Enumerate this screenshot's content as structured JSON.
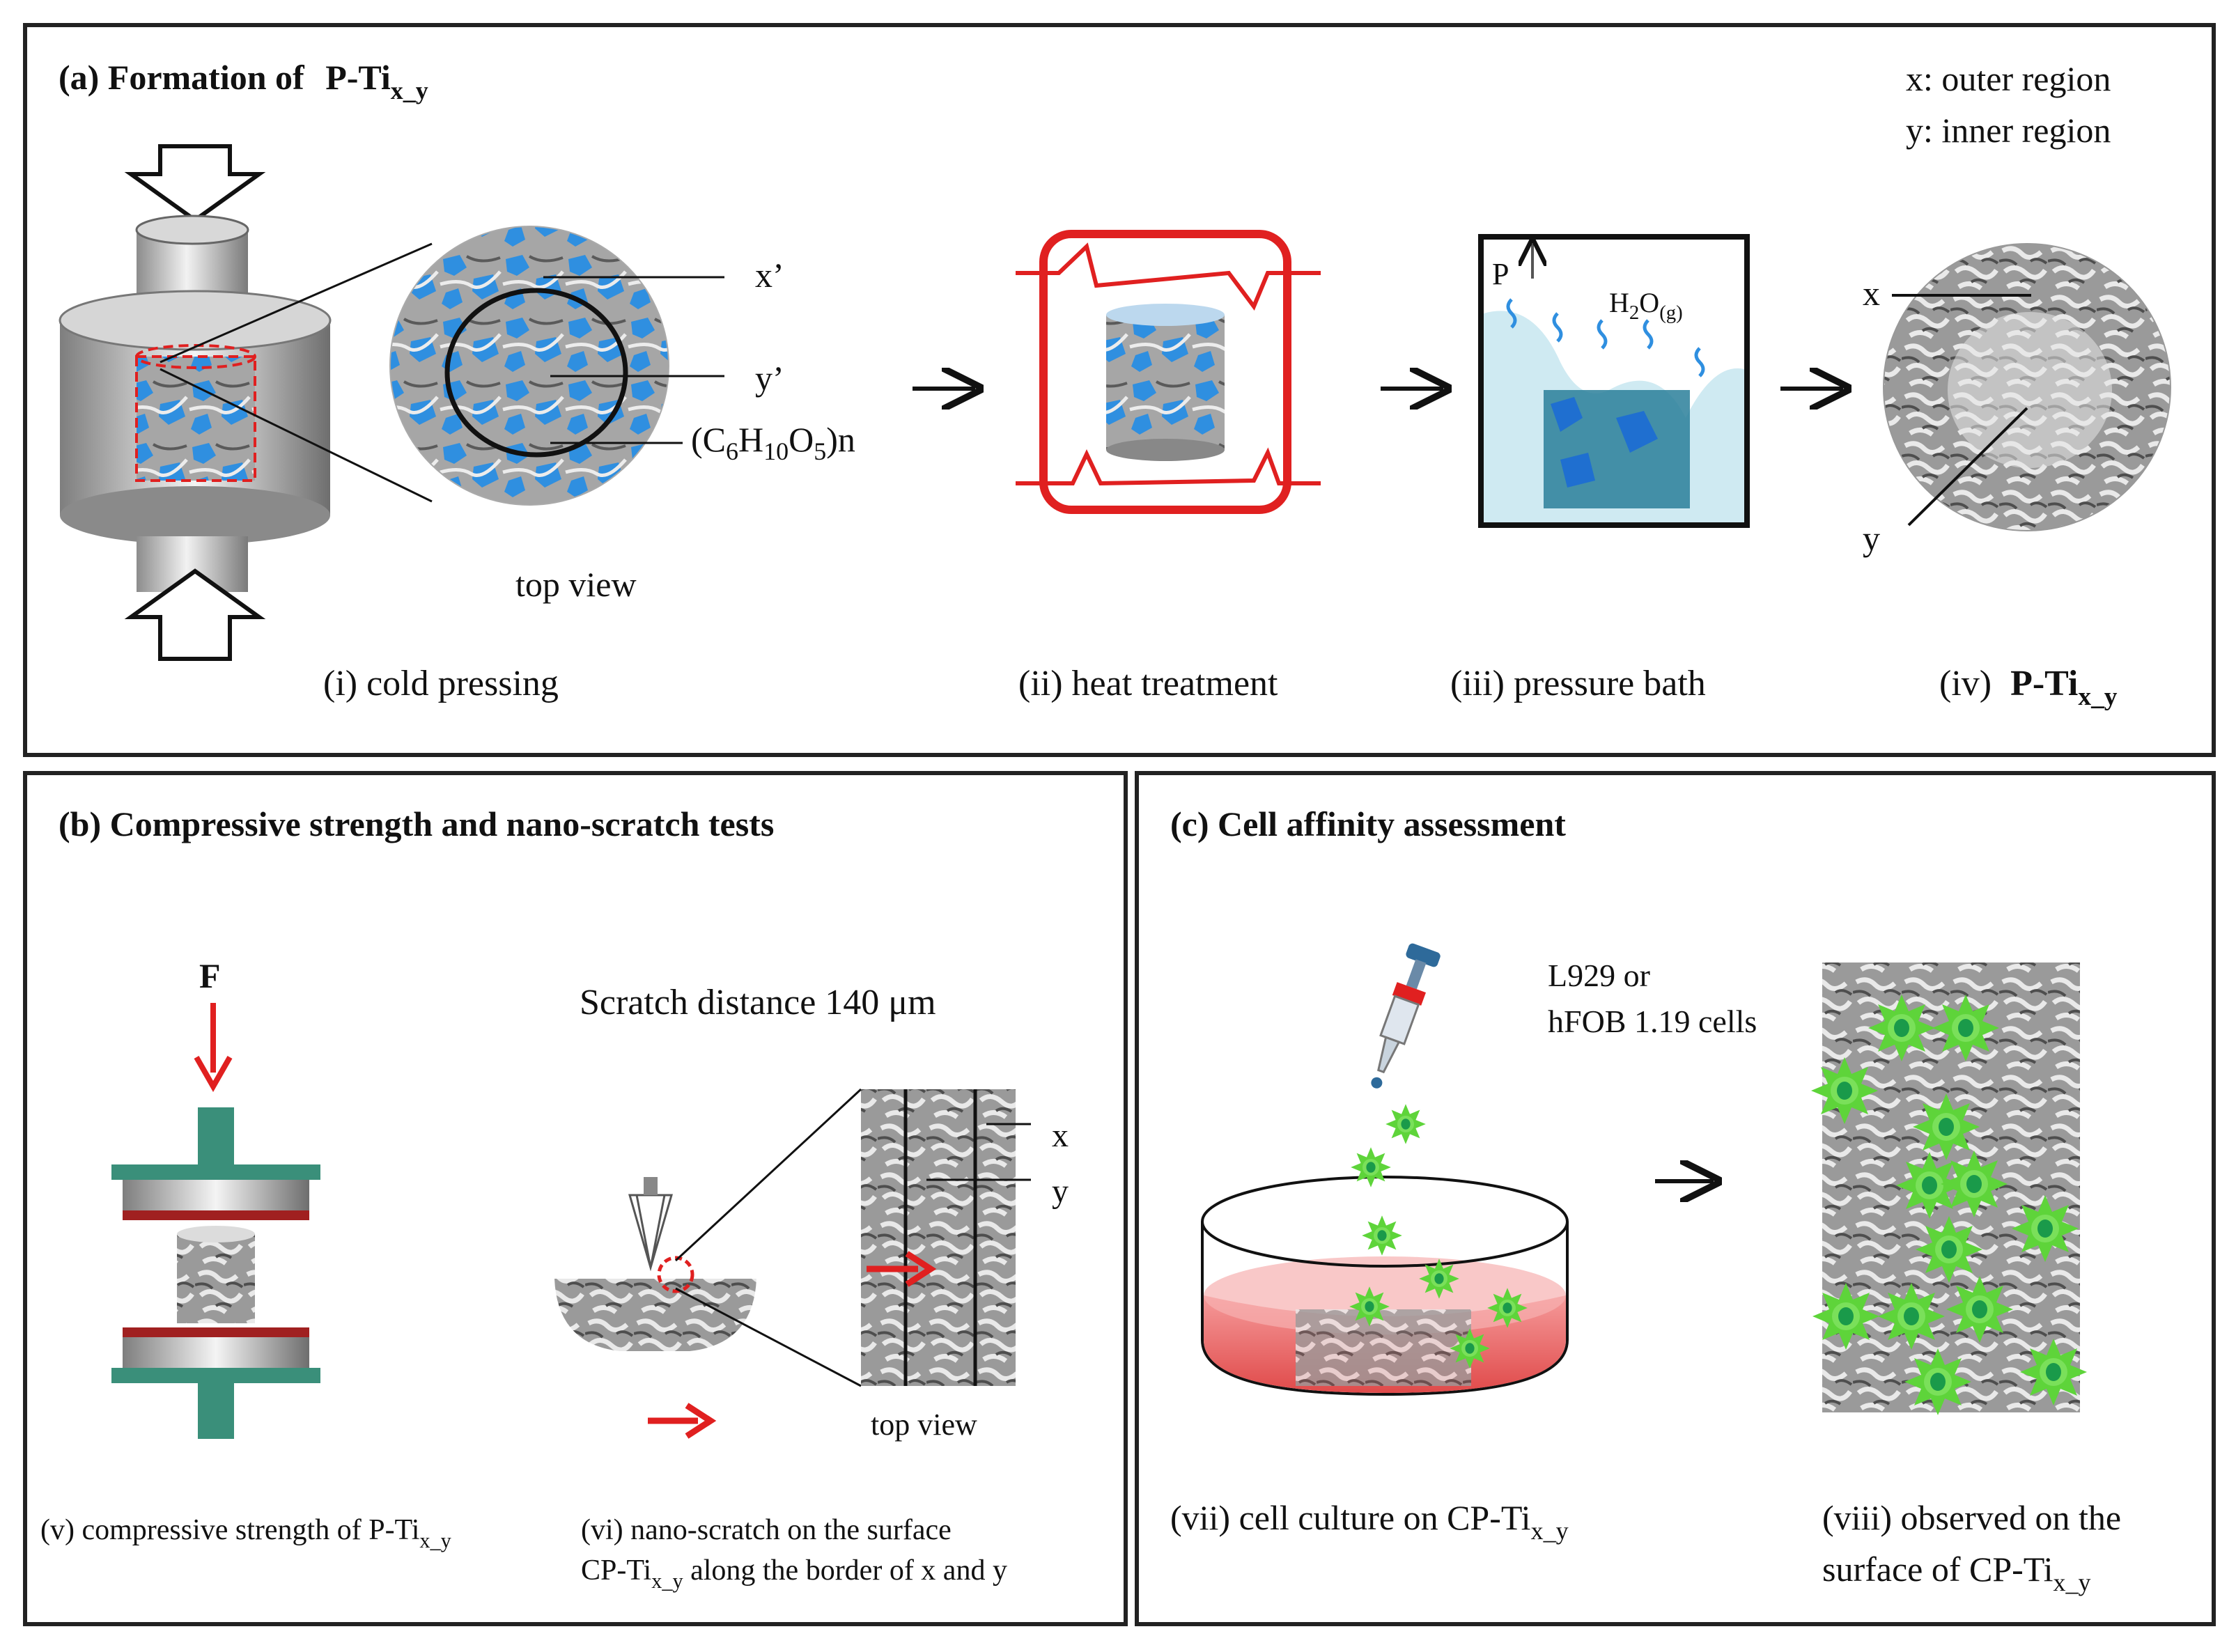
{
  "panel_a": {
    "title": "(a) Formation of",
    "title_ti": "P-Ti",
    "title_sub": "x_y",
    "legend_x": "x: outer region",
    "legend_y": "y: inner region",
    "label_xprime": "x’",
    "label_yprime": "y’",
    "formula_main": "(C",
    "formula_6": "6",
    "formula_h": "H",
    "formula_10": "10",
    "formula_o": "O",
    "formula_5": "5",
    "formula_end": ")n",
    "top_view": "top view",
    "step_i": "(i) cold pressing",
    "step_ii": "(ii) heat treatment",
    "step_iii": "(iii) pressure bath",
    "step_iv_prefix": "(iv)",
    "step_iv_ti": "P-Ti",
    "step_iv_sub": "x_y",
    "pressure_label": "P",
    "h2o_main": "H",
    "h2o_2": "2",
    "h2o_o": "O",
    "h2o_g": "(g)",
    "label_x": "x",
    "label_y": "y"
  },
  "panel_b": {
    "title": "(b) Compressive strength and nano-scratch tests",
    "force_label": "F",
    "scratch_distance": "Scratch distance 140 μm",
    "label_x": "x",
    "label_y": "y",
    "top_view": "top view",
    "caption_v": "(v) compressive strength of P-Ti",
    "caption_v_sub": "x_y",
    "caption_vi_line1": "(vi) nano-scratch on the surface",
    "caption_vi_line2a": "CP-Ti",
    "caption_vi_line2_sub": "x_y",
    "caption_vi_line2b": " along the border of x and y"
  },
  "panel_c": {
    "title": "(c) Cell affinity assessment",
    "cells_line1": "L929 or",
    "cells_line2": "hFOB 1.19 cells",
    "caption_vii": "(vii) cell culture on  CP-Ti",
    "caption_vii_sub": "x_y",
    "caption_viii_line1": "(viii) observed on the",
    "caption_viii_line2": "surface  of CP-Ti",
    "caption_viii_sub": "x_y"
  },
  "colors": {
    "border": "#222222",
    "blue_particle": "#2f8fe0",
    "red_accent": "#e02020",
    "teal_press": "#3a8f7a",
    "cell_green": "#5ed43a",
    "cell_nucleus": "#1a9a4a",
    "water": "#cfeaf2",
    "medium_pink": "#f07a7a"
  },
  "icons": {
    "press_arrows": "hollow-down-arrow",
    "syringe": "pipette-icon"
  }
}
